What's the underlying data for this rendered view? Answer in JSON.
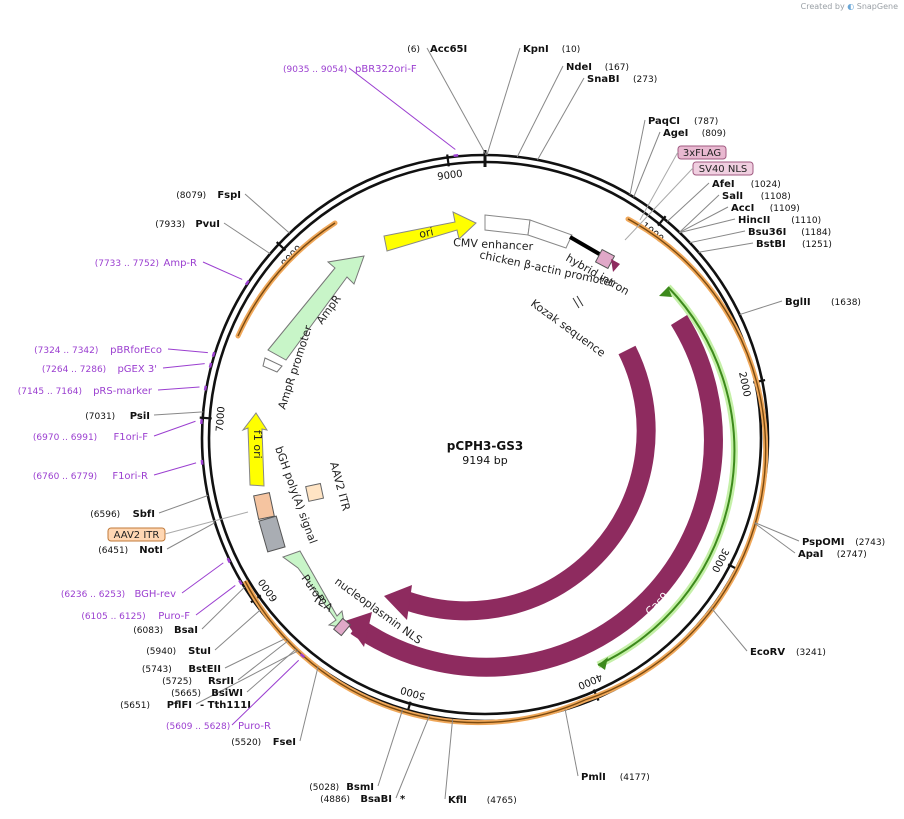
{
  "credit": {
    "prefix": "Created by",
    "brand": "SnapGene"
  },
  "plasmid": {
    "name": "pCPH3-GS3",
    "length": "9194 bp",
    "total_bp": 9194
  },
  "colors": {
    "backbone": "#111111",
    "enzyme_line": "#888888",
    "primer": "#9b3fd0",
    "cas9": "#8e2b5f",
    "orange_feature": "#f0a85a",
    "green_feature": "#5cb82e",
    "ampr": "#c8f5c8",
    "puror": "#c8f5c8",
    "ori": "#ffff00",
    "f1ori": "#ffff00",
    "cmv": "#ffffff",
    "itr": "#ffd7b3",
    "polyA": "#a9adb3",
    "flag_tag": "#e8b8d0"
  },
  "ticks": [
    {
      "label": "1000",
      "bp": 1000
    },
    {
      "label": "2000",
      "bp": 2000
    },
    {
      "label": "3000",
      "bp": 3000
    },
    {
      "label": "4000",
      "bp": 4000
    },
    {
      "label": "5000",
      "bp": 5000
    },
    {
      "label": "6000",
      "bp": 6000
    },
    {
      "label": "7000",
      "bp": 7000
    },
    {
      "label": "8000",
      "bp": 8000
    },
    {
      "label": "9000",
      "bp": 9000
    }
  ],
  "enzymes_right": [
    {
      "name": "Acc65I",
      "pos": "(6)",
      "bp": 6
    },
    {
      "name": "KpnI",
      "pos": "(10)",
      "bp": 10
    },
    {
      "name": "NdeI",
      "pos": "(167)",
      "bp": 167
    },
    {
      "name": "SnaBI",
      "pos": "(273)",
      "bp": 273
    },
    {
      "name": "PaqCI",
      "pos": "(787)",
      "bp": 787
    },
    {
      "name": "AgeI",
      "pos": "(809)",
      "bp": 809
    },
    {
      "name": "AfeI",
      "pos": "(1024)",
      "bp": 1024
    },
    {
      "name": "SalI",
      "pos": "(1108)",
      "bp": 1108
    },
    {
      "name": "AccI",
      "pos": "(1109)",
      "bp": 1109
    },
    {
      "name": "HincII",
      "pos": "(1110)",
      "bp": 1110
    },
    {
      "name": "Bsu36I",
      "pos": "(1184)",
      "bp": 1184
    },
    {
      "name": "BstBI",
      "pos": "(1251)",
      "bp": 1251
    },
    {
      "name": "BglII",
      "pos": "(1638)",
      "bp": 1638
    },
    {
      "name": "PspOMI",
      "pos": "(2743)",
      "bp": 2743
    },
    {
      "name": "ApaI",
      "pos": "(2747)",
      "bp": 2747
    },
    {
      "name": "EcoRV",
      "pos": "(3241)",
      "bp": 3241
    },
    {
      "name": "PmlI",
      "pos": "(4177)",
      "bp": 4177
    },
    {
      "name": "KflI",
      "pos": "(4765)",
      "bp": 4765
    }
  ],
  "enzymes_left": [
    {
      "name": "BsaBI",
      "star": "*",
      "pos": "(4886)",
      "bp": 4886
    },
    {
      "name": "BsmI",
      "pos": "(5028)",
      "bp": 5028
    },
    {
      "name": "FseI",
      "pos": "(5520)",
      "bp": 5520
    },
    {
      "name": "PflFI",
      "extra": "- Tth111I",
      "pos": "(5651)",
      "bp": 5651
    },
    {
      "name": "BsiWI",
      "pos": "(5665)",
      "bp": 5665
    },
    {
      "name": "RsrII",
      "pos": "(5725)",
      "bp": 5725
    },
    {
      "name": "BstEII",
      "pos": "(5743)",
      "bp": 5743
    },
    {
      "name": "StuI",
      "pos": "(5940)",
      "bp": 5940
    },
    {
      "name": "BsaI",
      "pos": "(6083)",
      "bp": 6083
    },
    {
      "name": "NotI",
      "pos": "(6451)",
      "bp": 6451
    },
    {
      "name": "SbfI",
      "pos": "(6596)",
      "bp": 6596
    },
    {
      "name": "PsiI",
      "pos": "(7031)",
      "bp": 7031
    },
    {
      "name": "PvuI",
      "pos": "(7933)",
      "bp": 7933
    },
    {
      "name": "FspI",
      "pos": "(8079)",
      "bp": 8079
    }
  ],
  "primers": [
    {
      "name": "pBR322ori-F",
      "range": "(9035 .. 9054)",
      "bp": 9044
    },
    {
      "name": "Amp-R",
      "range": "(7733 .. 7752)",
      "bp": 7742
    },
    {
      "name": "pBRforEco",
      "range": "(7324 .. 7342)",
      "bp": 7333
    },
    {
      "name": "pGEX 3'",
      "range": "(7264 .. 7286)",
      "bp": 7275
    },
    {
      "name": "pRS-marker",
      "range": "(7145 .. 7164)",
      "bp": 7154
    },
    {
      "name": "F1ori-F",
      "range": "(6970 .. 6991)",
      "bp": 6980
    },
    {
      "name": "F1ori-R",
      "range": "(6760 .. 6779)",
      "bp": 6770
    },
    {
      "name": "BGH-rev",
      "range": "(6236 .. 6253)",
      "bp": 6244
    },
    {
      "name": "Puro-F",
      "range": "(6105 .. 6125)",
      "bp": 6115
    },
    {
      "name": "Puro-R",
      "range": "(5609 .. 5628)",
      "bp": 5618
    }
  ],
  "tags": [
    {
      "name": "3xFLAG"
    },
    {
      "name": "SV40 NLS"
    },
    {
      "name": "AAV2 ITR"
    }
  ],
  "features": {
    "cmv_enhancer": "CMV enhancer",
    "chicken_promoter": "chicken β-actin promoter",
    "hybrid_intron": "hybrid intron",
    "kozak": "Kozak sequence",
    "cas9_inner": "Cas9",
    "cas9_outer": "Cas9",
    "nucleoplasmin_nls": "nucleoplasmin NLS",
    "t2a": "T2A",
    "puror": "PuroR",
    "bgh": "bGH poly(A) signal",
    "aav2_itr_inner": "AAV2 ITR",
    "f1_ori": "f1 ori",
    "ampr_promoter": "AmpR promoter",
    "ampr": "AmpR",
    "ori": "ori"
  }
}
